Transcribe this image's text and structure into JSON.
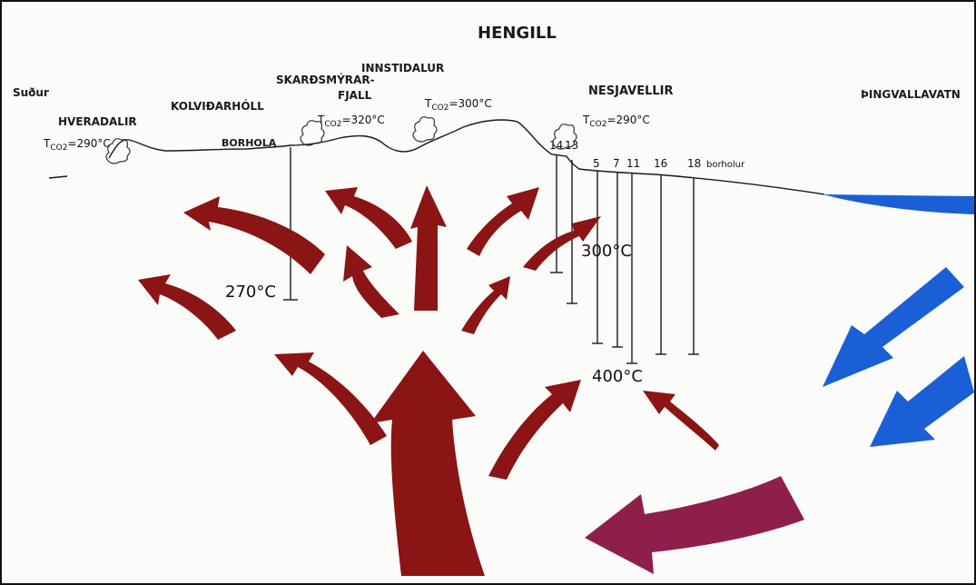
{
  "title": "HENGILL",
  "places": {
    "sudur": "Suður",
    "hveradalir": "HVERADALIR",
    "kolvidarholl": "KOLVIÐARHÓLL",
    "skardsmyrar": "SKARÐSMÝRAR-",
    "fjall": "FJALL",
    "innstidalur": "INNSTIDALUR",
    "nesjavellir": "NESJAVELLIR",
    "thingvallavatn": "ÞINGVALLAVATN",
    "borhola": "BORHOLA"
  },
  "co2_temps": {
    "prefix": "T",
    "sub": "CO2",
    "hveradalir": "=290°C",
    "skardsmyrar": "=320°C",
    "innstidalur": "=300°C",
    "nesjavellir": "=290°C"
  },
  "well_labels": {
    "w14": "14",
    "w13": "13",
    "w5": "5",
    "w7": "7",
    "w11": "11",
    "w16": "16",
    "w18": "18",
    "borholur": "borholur"
  },
  "isotherms": {
    "t270": "270°C",
    "t300": "300°C",
    "t400": "400°C"
  },
  "colors": {
    "upflow": "#8b1414",
    "inflow_hot": "#8e1f4a",
    "cold_water": "#1a5fd6",
    "ink": "#1a1a1a"
  }
}
